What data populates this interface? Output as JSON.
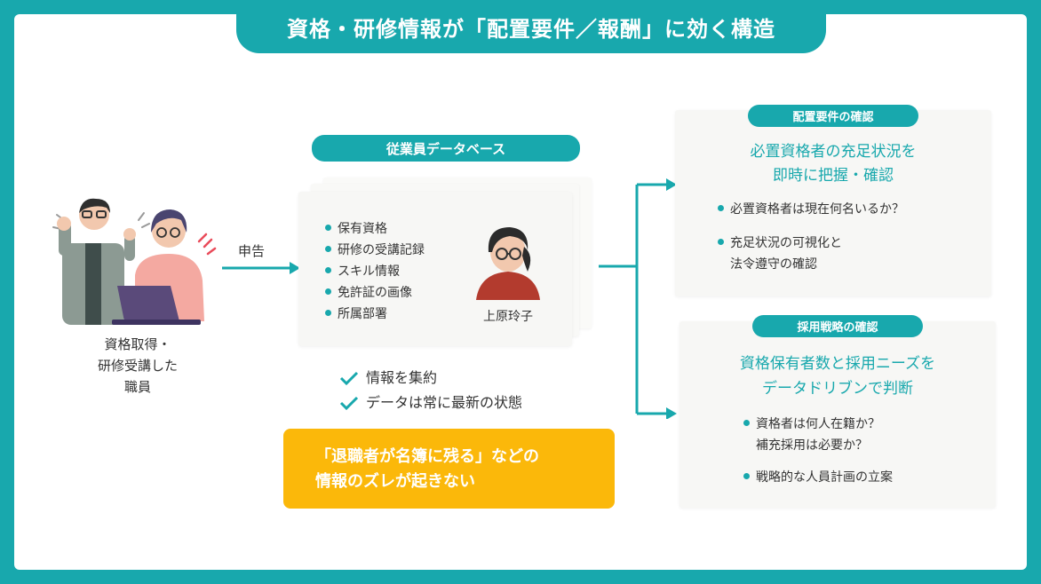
{
  "title": "資格・研修情報が「配置要件／報酬」に効く構造",
  "left": {
    "caption_lines": [
      "資格取得・",
      "研修受講した",
      "職員"
    ],
    "arrow_label": "申告"
  },
  "database": {
    "pill": "従業員データベース",
    "items": [
      "保有資格",
      "研修の受講記録",
      "スキル情報",
      "免許証の画像",
      "所属部署"
    ],
    "person_name": "上原玲子",
    "checks": [
      "情報を集約",
      "データは常に最新の状態"
    ],
    "callout_lines": [
      "「退職者が名簿に残る」などの",
      "情報のズレが起きない"
    ]
  },
  "placement": {
    "pill": "配置要件の確認",
    "heading_lines": [
      "必置資格者の充足状況を",
      "即時に把握・確認"
    ],
    "items": [
      [
        "必置資格者は現在何名いるか？"
      ],
      [
        "充足状況の可視化と",
        "法令遵守の確認"
      ]
    ]
  },
  "hiring": {
    "pill": "採用戦略の確認",
    "heading_lines": [
      "資格保有者数と採用ニーズを",
      "データドリブンで判断"
    ],
    "items": [
      [
        "資格者は何人在籍か？",
        "補充採用は必要か？"
      ],
      [
        "戦略的な人員計画の立案"
      ]
    ]
  },
  "colors": {
    "teal": "#18a8ad",
    "callout": "#fbb80a",
    "card": "#f7f7f5"
  }
}
